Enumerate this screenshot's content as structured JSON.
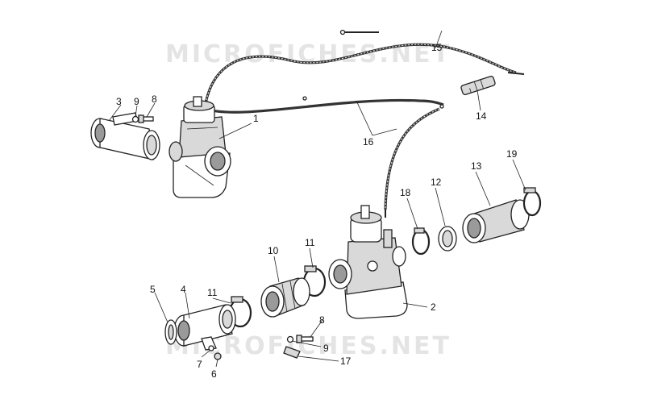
{
  "watermarks": [
    "MICROFICHES.NET",
    "MICROFICHES.NET"
  ],
  "callouts": [
    "1",
    "2",
    "3",
    "4",
    "5",
    "6",
    "7",
    "8",
    "8",
    "9",
    "9",
    "10",
    "11",
    "11",
    "12",
    "13",
    "14",
    "15",
    "16",
    "17",
    "18",
    "19"
  ]
}
